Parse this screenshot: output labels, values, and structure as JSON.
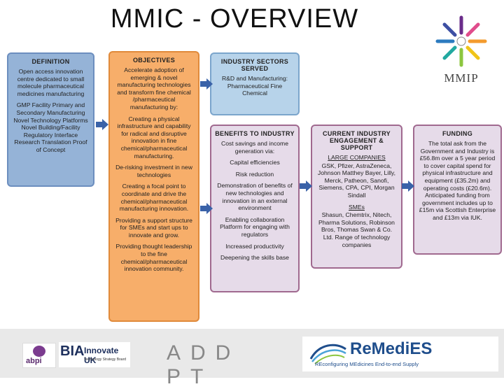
{
  "title": "MMIC - OVERVIEW",
  "logo": {
    "label": "MMIP"
  },
  "definition": {
    "header": "DEFINITION",
    "paras": [
      "Open access innovation centre dedicated to small molecule pharmaceutical medicines manufacturing",
      "GMP Facility Primary and Secondary Manufacturing Novel Technology Platforms Novel Building/Facility Regulatory Interface Research Translation Proof of Concept"
    ]
  },
  "objectives": {
    "header": "OBJECTIVES",
    "paras": [
      "Accelerate adoption of emerging & novel manufacturing technologies and transform fine chemical /pharmaceutical manufacturing by:",
      "Creating a physical infrastructure and capability for radical and disruptive innovation in fine chemical/pharmaceutical manufacturing.",
      "De-risking investment in new technologies",
      "Creating a focal point to coordinate and drive the chemical/pharmaceutical manufacturing innovation.",
      "Providing a support structure for SMEs and start ups to innovate and grow.",
      "Providing thought leadership to the fine chemical/pharmaceutical innovation community."
    ]
  },
  "industry": {
    "header": "INDUSTRY SECTORS SERVED",
    "paras": [
      "R&D and Manufacturing: Pharmaceutical Fine Chemical"
    ]
  },
  "benefits": {
    "header": "BENEFITS TO INDUSTRY",
    "paras": [
      "Cost savings and income generation via:",
      "Capital efficiencies",
      "Risk reduction",
      "Demonstration of benefits of new technologies and innovation in an external environment",
      "Enabling collaboration Platform for engaging with regulators",
      "Increased productivity",
      "Deepening the skills base"
    ]
  },
  "current": {
    "header": "CURRENT INDUSTRY ENGAGEMENT & SUPPORT",
    "large_label": "LARGE COMPANIES",
    "large_text": "GSK, Pfizer, AstraZeneca, Johnson Matthey Bayer, Lilly, Merck, Patheon, Sanofi, Siemens, CPA, CPI, Morgan Sindall",
    "sme_label": "SMEs",
    "sme_text": "Shasun, Chemtrix, Nitech, Pharma Solutions, Robinson Bros, Thomas Swan & Co. Ltd. Range of technology companies"
  },
  "funding": {
    "header": "FUNDING",
    "paras": [
      "The total ask from the Government and Industry is £56.8m over a 5 year period to cover capital spend for physical infrastructure and equipment (£35.2m) and operating costs (£20.6m). Anticipated funding from government includes up to £15m via Scottish Enterprise and £13m via IUK."
    ]
  },
  "footer": {
    "abpi": "abpi",
    "bia": "BIA",
    "innovate": "Innovate UK",
    "innovate_sub": "Technology Strategy Board",
    "addopt": "ADD PT",
    "remedies": "ReMediES",
    "remedies_tag": "REconfiguring MEdicines End-to-end Supply"
  },
  "colors": {
    "arrow": "#3a62a8",
    "definition": "#95b3d7",
    "objectives": "#f7ae6a",
    "industry": "#b7d3ea",
    "benefits": "#e6dbe9"
  }
}
